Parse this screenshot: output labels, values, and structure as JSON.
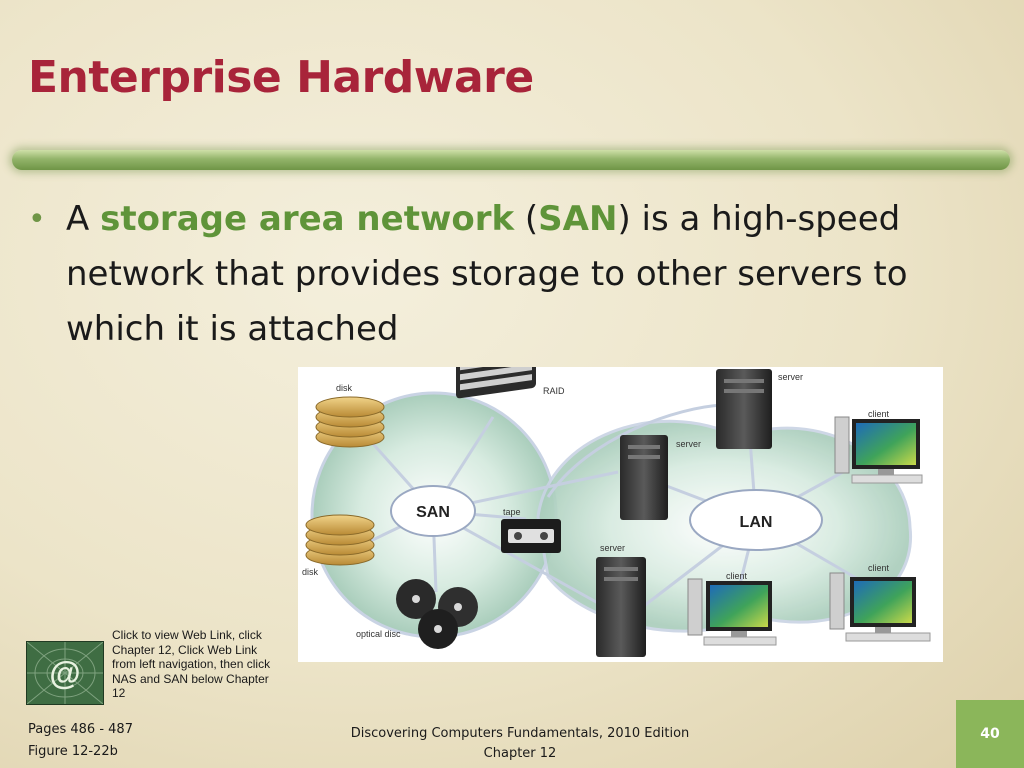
{
  "slide": {
    "title": "Enterprise Hardware",
    "bullet": {
      "part1": "A ",
      "term": "storage area network",
      "part2": " (",
      "abbr": "SAN",
      "part3": ") is a high-speed network that provides storage to other servers to which it is attached"
    },
    "web_link_text": "Click to view Web Link, click Chapter 12, Click Web Link from left navigation, then click NAS and SAN below Chapter 12",
    "footer": {
      "pages": "Pages 486 - 487",
      "figure": "Figure 12-22b",
      "book": "Discovering Computers Fundamentals, 2010 Edition",
      "chapter": "Chapter 12",
      "page_number": "40"
    }
  },
  "diagram": {
    "hubs": {
      "san": "SAN",
      "lan": "LAN"
    },
    "labels": {
      "disk_top": "disk",
      "raid": "RAID",
      "tape": "tape",
      "disk_bottom": "disk",
      "optical": "optical disc",
      "server_center": "server",
      "server_top": "server",
      "server_bottom": "server",
      "client_top_right": "client",
      "client_bottom_mid": "client",
      "client_bottom_right": "client"
    }
  },
  "colors": {
    "title": "#a8243a",
    "accent_green": "#5f9439",
    "rule_green": "#93b46a",
    "page_box": "#8bb65a"
  },
  "icons": {
    "web_link": "at-sign-icon"
  }
}
